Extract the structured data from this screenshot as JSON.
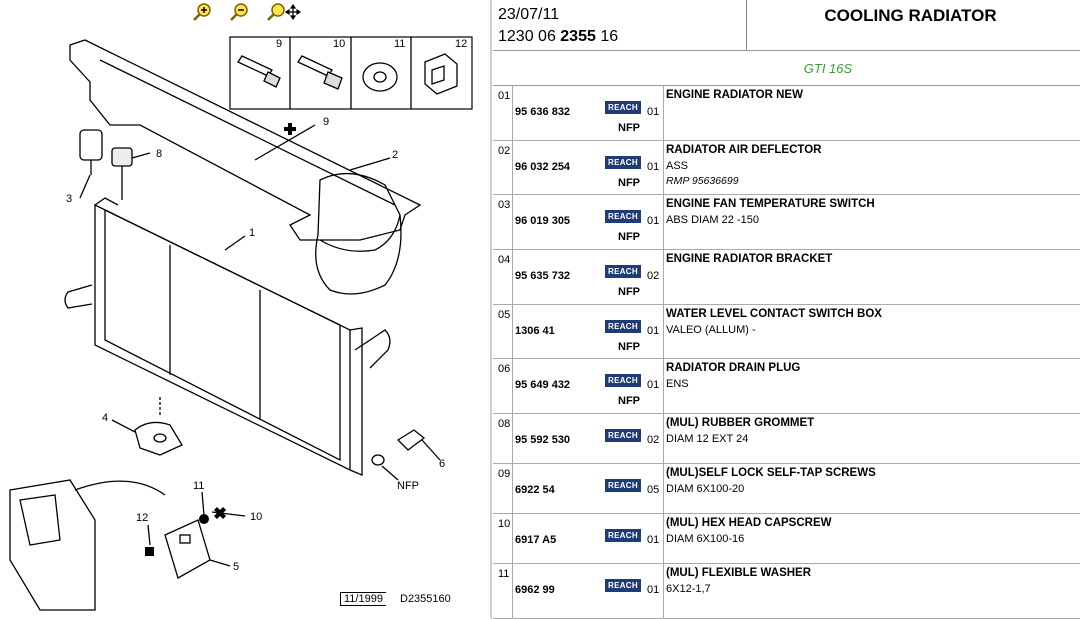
{
  "header": {
    "date": "23/07/11",
    "ref_prefix": "1230 06 ",
    "ref_bold": "2355",
    "ref_suffix": " 16",
    "title": "COOLING RADIATOR",
    "model": "GTI 16S"
  },
  "toolbar": {
    "zoom_in_icon": "zoom-in-icon",
    "zoom_out_icon": "zoom-out-icon",
    "zoom_pan_icon": "zoom-pan-icon"
  },
  "diagram": {
    "callouts": [
      "1",
      "2",
      "3",
      "4",
      "5",
      "6",
      "8",
      "9",
      "10",
      "11",
      "12"
    ],
    "inset_labels": [
      "9",
      "10",
      "11",
      "12"
    ],
    "nfp_label": "NFP",
    "date_code": "11/1999",
    "drawing_ref": "D2355160"
  },
  "parts": [
    {
      "idx": "01",
      "pn": "95 636 832",
      "reach": "REACH",
      "qty": "01",
      "nfp": "NFP",
      "desc": "ENGINE RADIATOR NEW",
      "spec": "",
      "note": ""
    },
    {
      "idx": "02",
      "pn": "96 032 254",
      "reach": "REACH",
      "qty": "01",
      "nfp": "NFP",
      "desc": "RADIATOR AIR DEFLECTOR",
      "spec": "ASS",
      "note": "RMP 95636699"
    },
    {
      "idx": "03",
      "pn": "96 019 305",
      "reach": "REACH",
      "qty": "01",
      "nfp": "NFP",
      "desc": "ENGINE FAN TEMPERATURE SWITCH",
      "spec": "ABS DIAM 22 -150",
      "note": ""
    },
    {
      "idx": "04",
      "pn": "95 635 732",
      "reach": "REACH",
      "qty": "02",
      "nfp": "NFP",
      "desc": "ENGINE RADIATOR BRACKET",
      "spec": "",
      "note": ""
    },
    {
      "idx": "05",
      "pn": "1306 41",
      "reach": "REACH",
      "qty": "01",
      "nfp": "NFP",
      "desc": "WATER LEVEL CONTACT SWITCH BOX",
      "spec": "VALEO (ALLUM) -",
      "note": ""
    },
    {
      "idx": "06",
      "pn": "95 649 432",
      "reach": "REACH",
      "qty": "01",
      "nfp": "NFP",
      "desc": "RADIATOR DRAIN PLUG",
      "spec": "ENS",
      "note": ""
    },
    {
      "idx": "08",
      "pn": "95 592 530",
      "reach": "REACH",
      "qty": "02",
      "nfp": "",
      "desc": "(MUL) RUBBER GROMMET",
      "spec": "DIAM 12 EXT 24",
      "note": ""
    },
    {
      "idx": "09",
      "pn": "6922 54",
      "reach": "REACH",
      "qty": "05",
      "nfp": "",
      "desc": "(MUL)SELF LOCK SELF-TAP SCREWS",
      "spec": "DIAM 6X100-20",
      "note": ""
    },
    {
      "idx": "10",
      "pn": "6917 A5",
      "reach": "REACH",
      "qty": "01",
      "nfp": "",
      "desc": "(MUL) HEX HEAD CAPSCREW",
      "spec": "DIAM 6X100-16",
      "note": ""
    },
    {
      "idx": "11",
      "pn": "6962 99",
      "reach": "REACH",
      "qty": "01",
      "nfp": "",
      "desc": "(MUL) FLEXIBLE WASHER",
      "spec": "6X12-1,7",
      "note": ""
    }
  ]
}
